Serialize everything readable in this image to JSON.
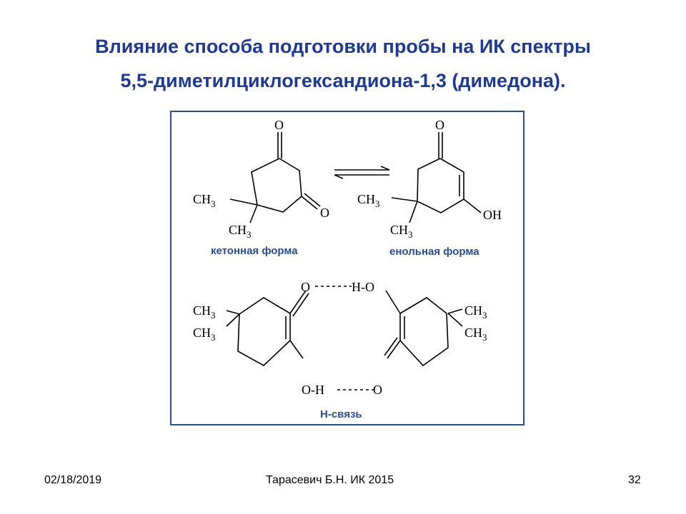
{
  "slide": {
    "title_line1": "Влияние способа подготовки пробы на ИК спектры",
    "title_line2": "5,5-диметилциклогександиона-1,3 (димедона)."
  },
  "diagram": {
    "keto_label": "кетонная форма",
    "enol_label": "енольная форма",
    "hbond_label": "Н-связь",
    "atoms": {
      "O": "O",
      "CH": "CH",
      "sub3": "3",
      "OH": "OH",
      "H_O": "H-O",
      "O_H": "O-H"
    },
    "colors": {
      "caption": "#2a4b9b",
      "border": "#2a4b9b",
      "title": "#1f3a93"
    }
  },
  "footer": {
    "date": "02/18/2019",
    "author": "Тарасевич Б.Н.  ИК 2015",
    "page": "32"
  }
}
